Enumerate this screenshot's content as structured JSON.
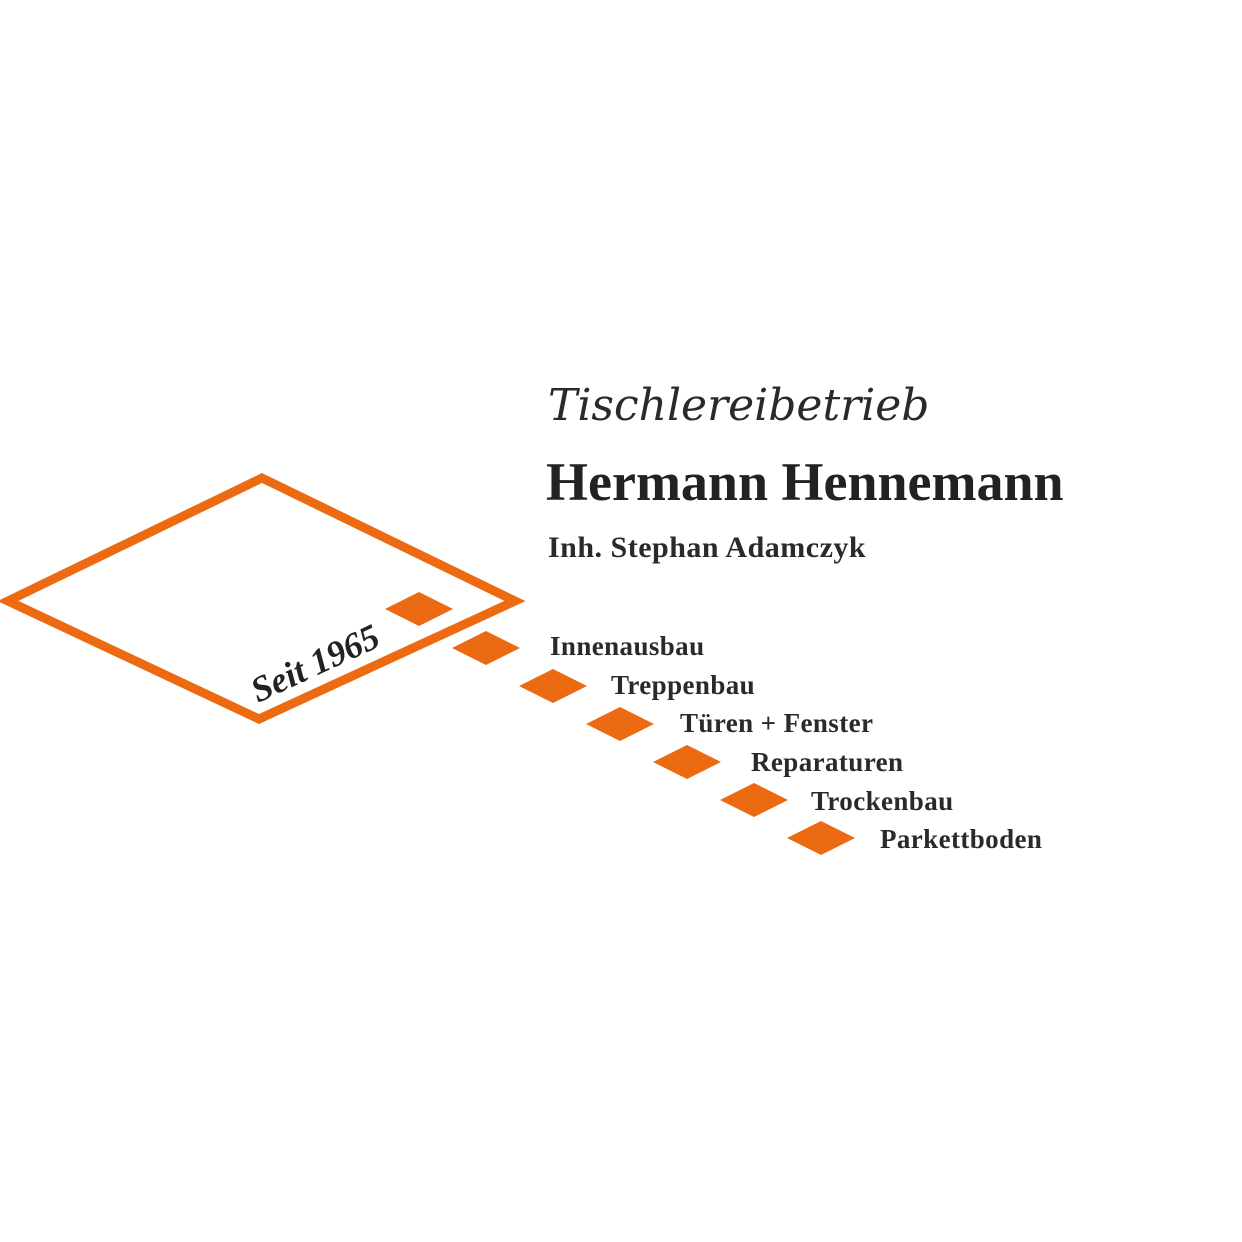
{
  "brand": {
    "accent_color": "#ec6b12",
    "subtitle": "Tischlereibetrieb",
    "company_name": "Hermann Hennemann",
    "owner_line": "Inh. Stephan Adamczyk",
    "since_label": "Seit 1965"
  },
  "services": [
    {
      "label": "Innenausbau"
    },
    {
      "label": "Treppenbau"
    },
    {
      "label": "Türen + Fenster"
    },
    {
      "label": "Reparaturen"
    },
    {
      "label": "Trockenbau"
    },
    {
      "label": "Parkettboden"
    }
  ]
}
